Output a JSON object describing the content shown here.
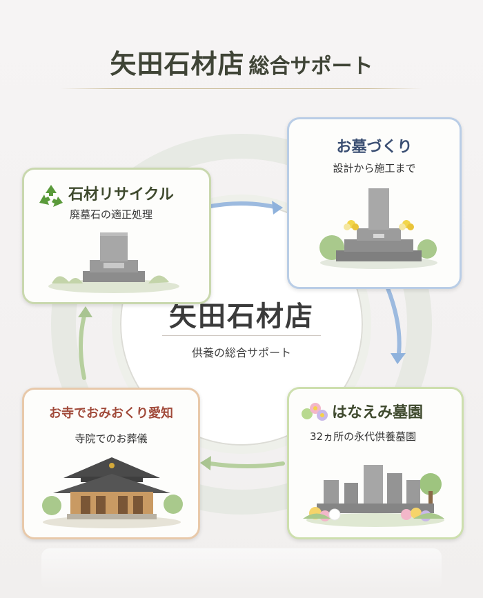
{
  "title": {
    "main": "矢田石材店",
    "sub": "総合サポート"
  },
  "center": {
    "name": "矢田石材店",
    "subtitle": "供養の総合サポート"
  },
  "cards": {
    "recycle": {
      "title": "石材リサイクル",
      "subtitle": "廃墓石の適正処理",
      "icon": "recycle-icon",
      "accent": "#c9d8ae"
    },
    "ohaka": {
      "title": "お墓づくり",
      "subtitle": "設計から施工まで",
      "accent": "#b9cde6"
    },
    "hanaemi": {
      "title": "はなえみ墓園",
      "subtitle": "32ヵ所の永代供養墓園",
      "icon": "flower-icon",
      "accent": "#cddfae"
    },
    "otera": {
      "title": "お寺でおみおくり愛知",
      "subtitle": "寺院でのお葬儀",
      "accent": "#e8c9aa"
    }
  },
  "colors": {
    "title": "#3f4436",
    "ring": "#e3e6df",
    "arrow_blue": "#8fb2dc",
    "arrow_green": "#a9c491"
  }
}
